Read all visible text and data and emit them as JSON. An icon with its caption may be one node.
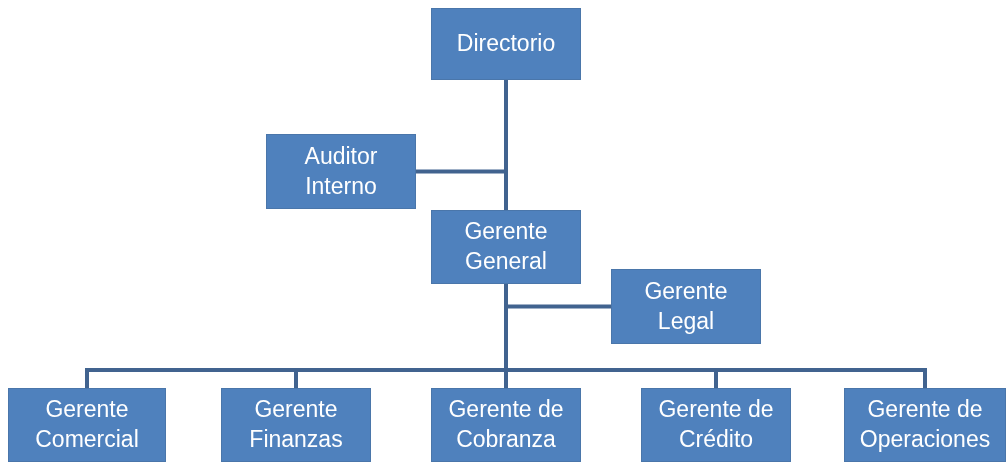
{
  "diagram": {
    "nodes": [
      {
        "text": [
          "Directorio"
        ]
      },
      {
        "text": [
          "Auditor Interno"
        ]
      },
      {
        "text": [
          "Gerente General"
        ]
      },
      {
        "text": [
          "Gerente Legal"
        ]
      },
      {
        "text": [
          "Gerente Comercial"
        ]
      },
      {
        "text": [
          "Gerente Finanzas"
        ]
      },
      {
        "text": [
          "Gerente de Cobranza"
        ]
      },
      {
        "text": [
          "Gerente de Crédito"
        ]
      },
      {
        "text": [
          "Gerente de Operaciones"
        ]
      }
    ],
    "edges": [
      {
        "from": 0,
        "to": 1,
        "arrow": "none"
      },
      {
        "from": 0,
        "to": 2,
        "arrow": "none"
      },
      {
        "from": 2,
        "to": 3,
        "arrow": "none"
      },
      {
        "from": 2,
        "to": 4,
        "arrow": "none"
      },
      {
        "from": 2,
        "to": 5,
        "arrow": "none"
      },
      {
        "from": 2,
        "to": 6,
        "arrow": "none"
      },
      {
        "from": 2,
        "to": 7,
        "arrow": "none"
      },
      {
        "from": 2,
        "to": 8,
        "arrow": "none"
      }
    ]
  }
}
